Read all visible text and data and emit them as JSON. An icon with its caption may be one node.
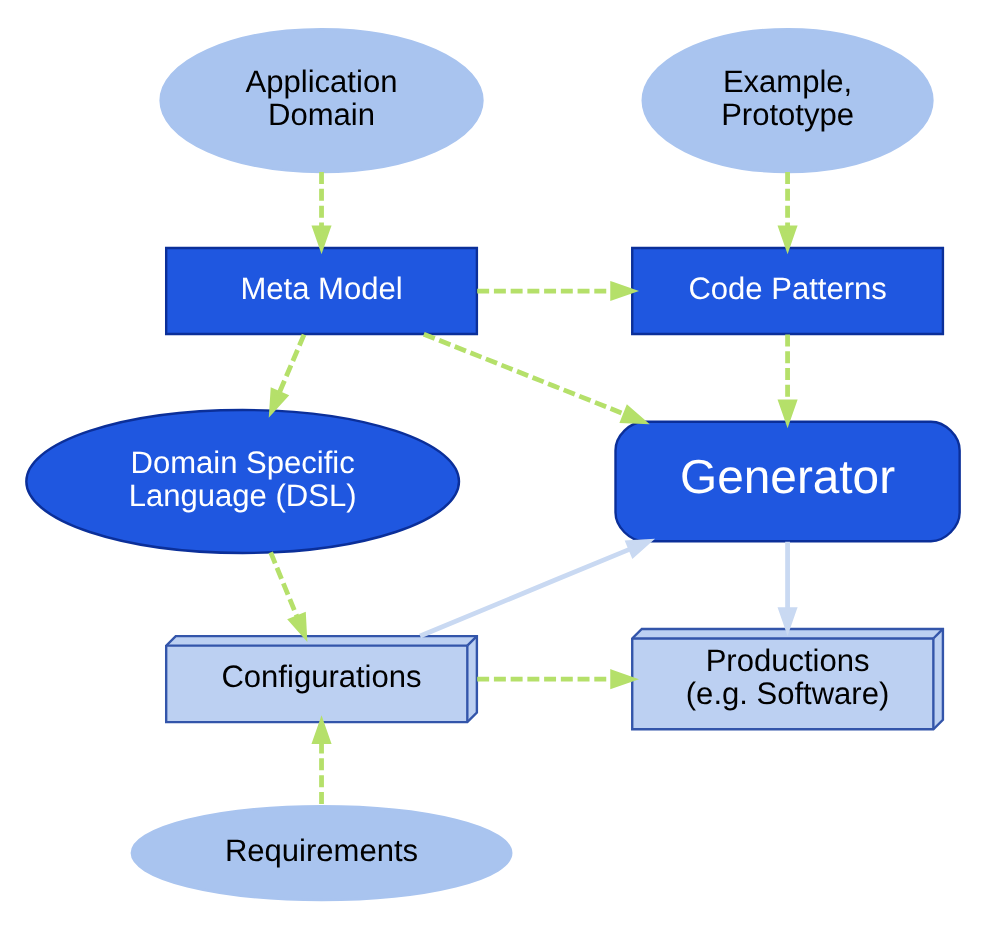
{
  "diagram": {
    "nodes": [
      {
        "text": [
          "Application Domain"
        ]
      },
      {
        "text": [
          "Example, Prototype"
        ]
      },
      {
        "text": [
          "Meta Model"
        ]
      },
      {
        "text": [
          "Code Patterns"
        ]
      },
      {
        "text": [
          "Domain Specific Language (DSL)"
        ]
      },
      {
        "text": [
          "Generator"
        ]
      },
      {
        "text": [
          "Configurations"
        ]
      },
      {
        "text": [
          "Productions (e.g. Software)"
        ]
      },
      {
        "text": [
          "Requirements"
        ]
      }
    ],
    "edges": [
      {
        "from": 0,
        "to": 2,
        "arrow": "to",
        "style": "dashed"
      },
      {
        "from": 1,
        "to": 3,
        "arrow": "to",
        "style": "dashed"
      },
      {
        "from": 2,
        "to": 3,
        "arrow": "to",
        "style": "dashed"
      },
      {
        "from": 2,
        "to": 5,
        "arrow": "to",
        "style": "dashed"
      },
      {
        "from": 2,
        "to": 4,
        "arrow": "to",
        "style": "dashed"
      },
      {
        "from": 3,
        "to": 5,
        "arrow": "to",
        "style": "dashed"
      },
      {
        "from": 4,
        "to": 6,
        "arrow": "to",
        "style": "dashed"
      },
      {
        "from": 8,
        "to": 6,
        "arrow": "to",
        "style": "dashed"
      },
      {
        "from": 6,
        "to": 5,
        "arrow": "to",
        "color": "#c9d9f2"
      },
      {
        "from": 5,
        "to": 7,
        "arrow": "to",
        "color": "#c9d9f2"
      },
      {
        "from": 6,
        "to": 7,
        "arrow": "to",
        "style": "dashed"
      }
    ]
  }
}
